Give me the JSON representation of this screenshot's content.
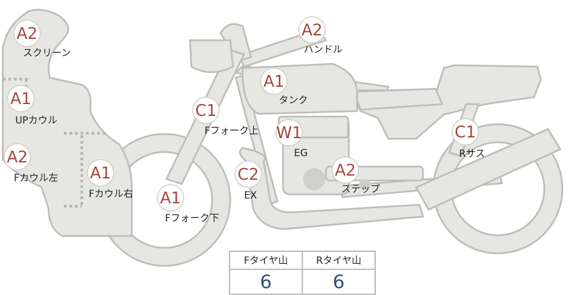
{
  "parts": [
    {
      "id": "screen",
      "grade": "A2",
      "label": "スクリーン"
    },
    {
      "id": "handle",
      "grade": "A2",
      "label": "ハンドル"
    },
    {
      "id": "tank",
      "grade": "A1",
      "label": "タンク"
    },
    {
      "id": "up-cowl",
      "grade": "A1",
      "label": "UPカウル"
    },
    {
      "id": "f-fork-upper",
      "grade": "C1",
      "label": "Fフォーク上"
    },
    {
      "id": "engine",
      "grade": "W1",
      "label": "EG"
    },
    {
      "id": "r-suspension",
      "grade": "C1",
      "label": "Rサス"
    },
    {
      "id": "f-cowl-left",
      "grade": "A2",
      "label": "Fカウル左"
    },
    {
      "id": "f-cowl-right",
      "grade": "A1",
      "label": "Fカウル右"
    },
    {
      "id": "exhaust",
      "grade": "C2",
      "label": "EX"
    },
    {
      "id": "step",
      "grade": "A2",
      "label": "ステップ"
    },
    {
      "id": "f-fork-lower",
      "grade": "A1",
      "label": "Fフォーク下"
    }
  ],
  "tire_table": {
    "front_header": "Fタイヤ山",
    "rear_header": "Rタイヤ山",
    "front_value": "6",
    "rear_value": "6"
  },
  "colors": {
    "grade_text": "#a5453c",
    "tire_value": "#34507a",
    "body_fill": "#e6e6e3",
    "outline": "#bdbdba"
  }
}
